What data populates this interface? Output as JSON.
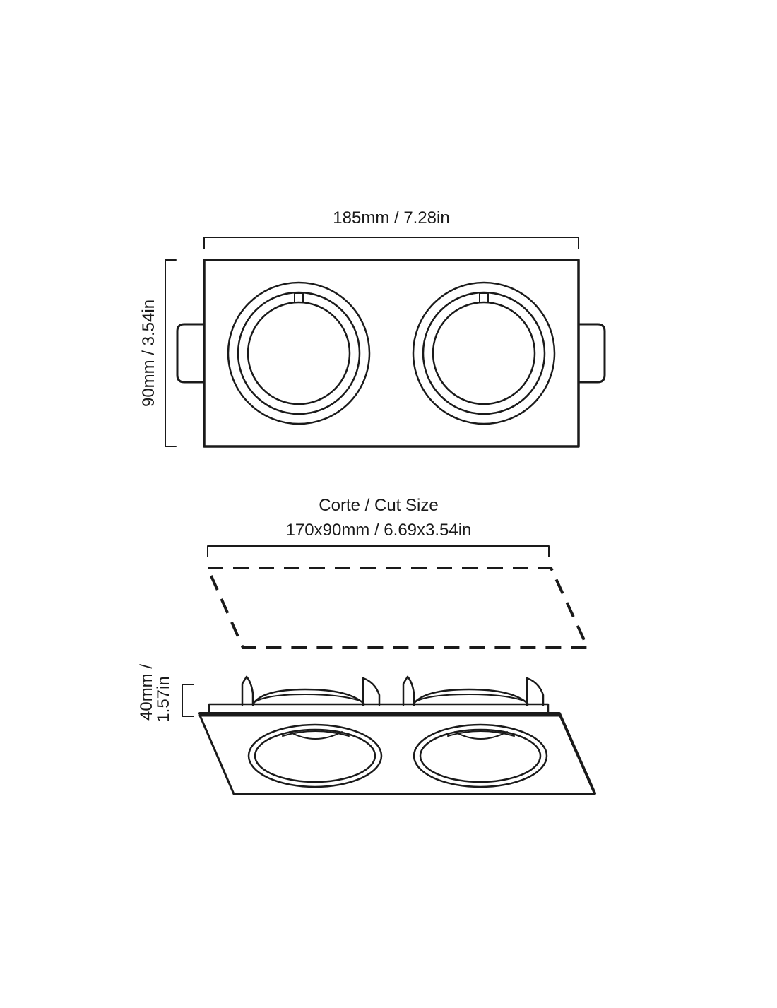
{
  "top_view": {
    "width_label": "185mm / 7.28in",
    "height_label": "90mm / 3.54in"
  },
  "cut_size": {
    "title": "Corte / Cut Size",
    "dimensions": "170x90mm / 6.69x3.54in"
  },
  "side_view": {
    "depth_label_line1": "40mm /",
    "depth_label_line2": "1.57in"
  },
  "colors": {
    "line": "#1a1a1a",
    "background": "#ffffff"
  }
}
